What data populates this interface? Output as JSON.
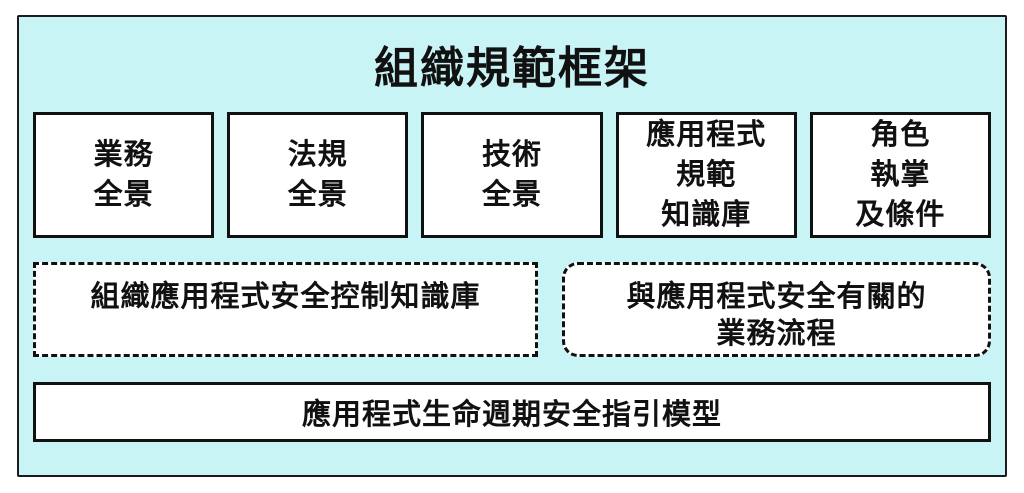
{
  "diagram": {
    "title": "組織規範框架",
    "top_boxes": [
      {
        "lines": [
          "業務",
          "全景"
        ]
      },
      {
        "lines": [
          "法規",
          "全景"
        ]
      },
      {
        "lines": [
          "技術",
          "全景"
        ]
      },
      {
        "lines": [
          "應用程式",
          "規範",
          "知識庫"
        ]
      },
      {
        "lines": [
          "角色",
          "執掌",
          "及條件"
        ]
      }
    ],
    "dashed_boxes": [
      {
        "lines": [
          "組織應用程式安全控制知識庫"
        ]
      },
      {
        "lines": [
          "與應用程式安全有關的",
          "業務流程"
        ]
      }
    ],
    "bottom_box": {
      "label": "應用程式生命週期安全指引模型"
    },
    "colors": {
      "panel_background": "#c9f4f6",
      "box_fill": "#ffffff",
      "border": "#111111",
      "text": "#111111"
    }
  }
}
